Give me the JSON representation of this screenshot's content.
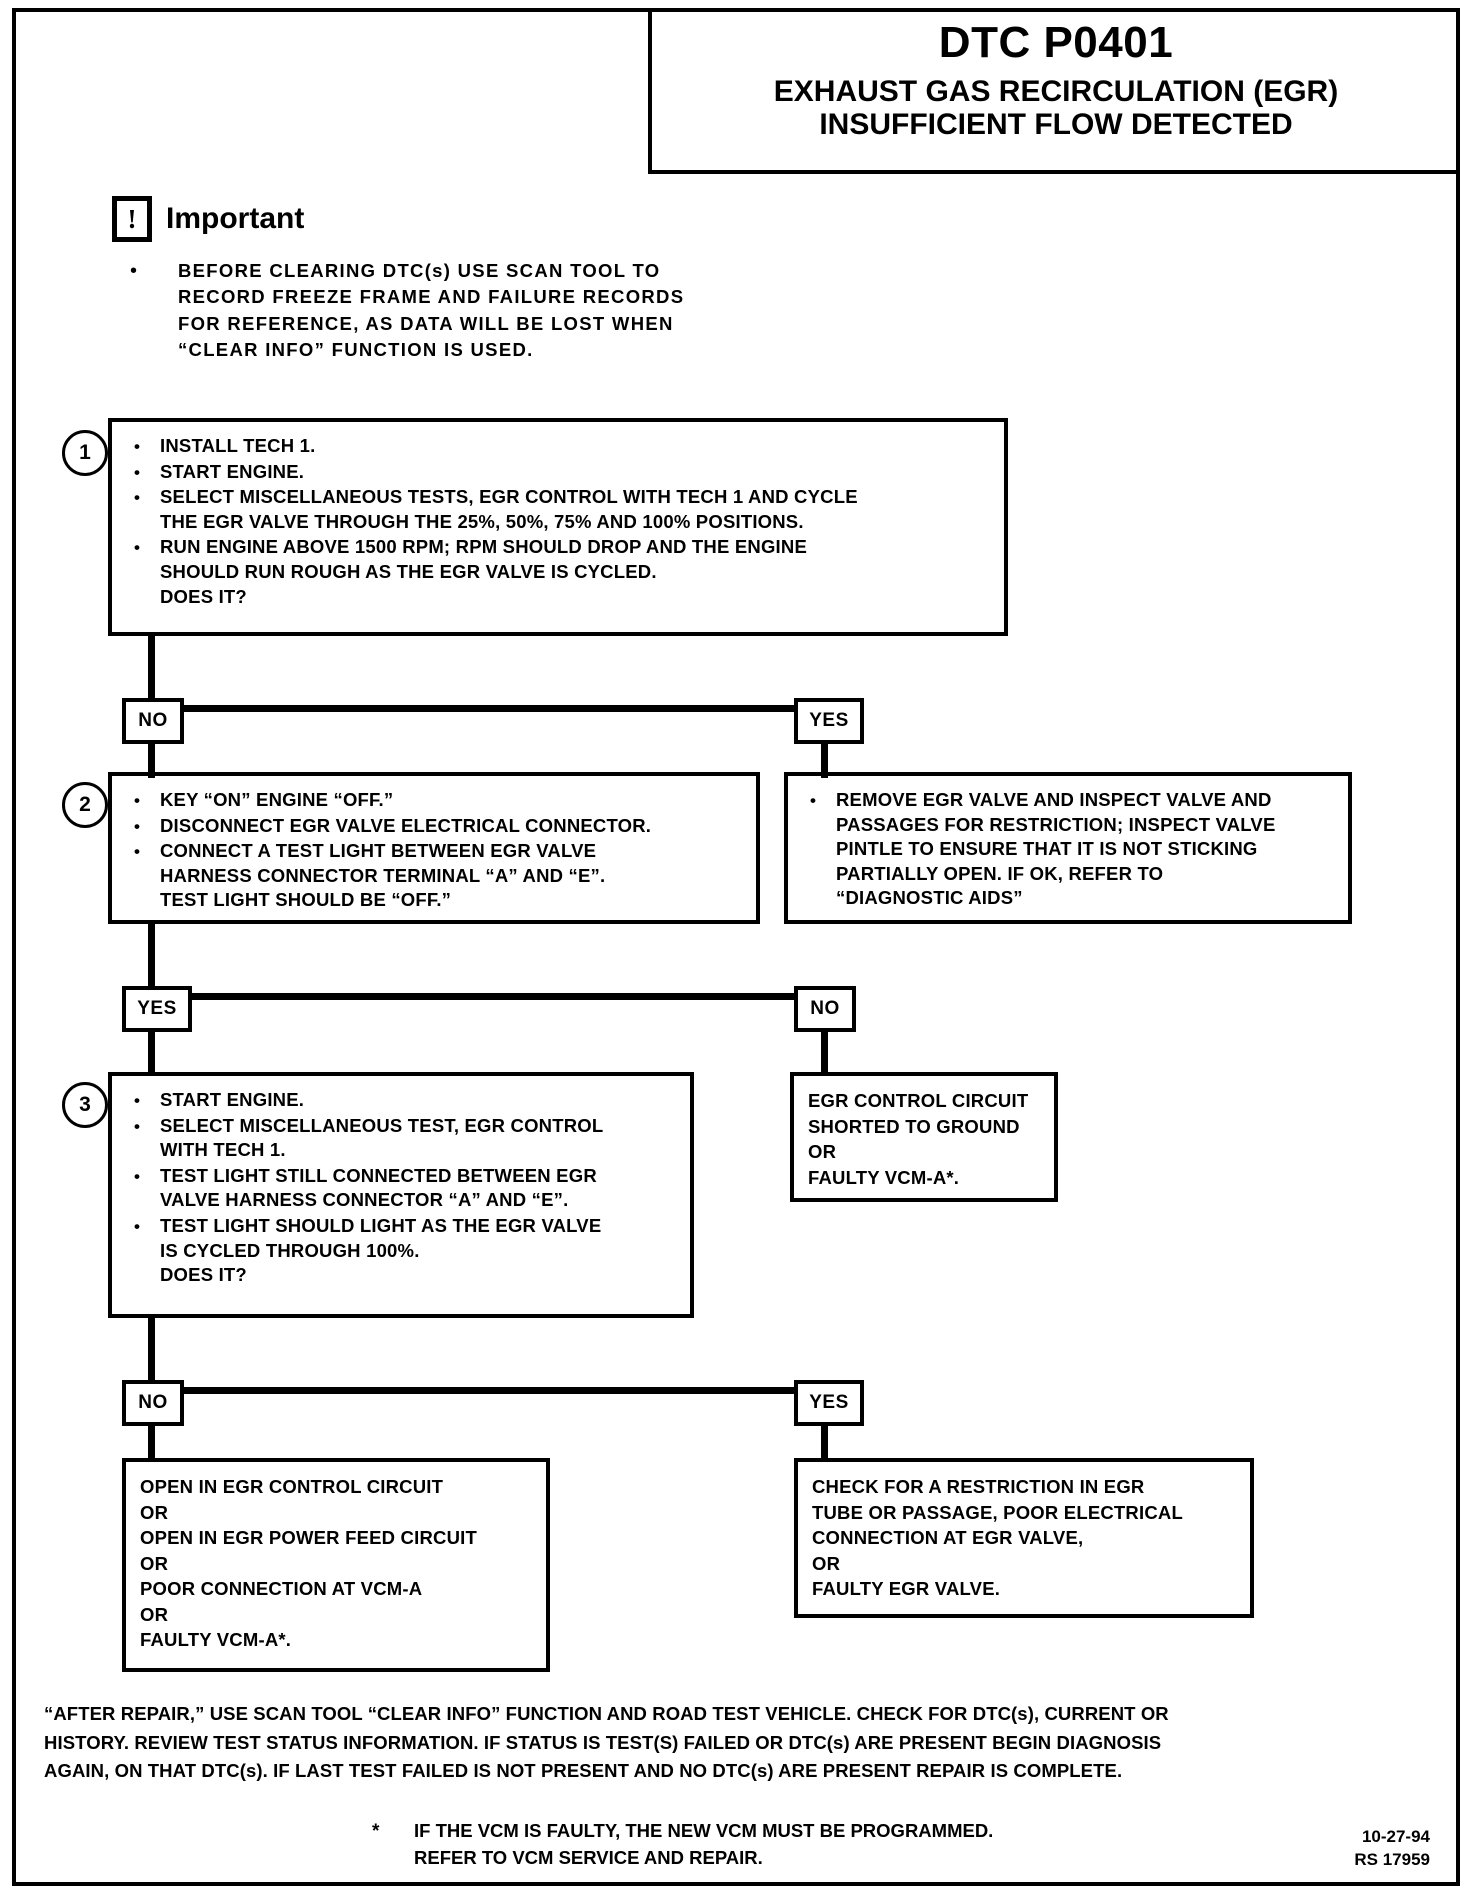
{
  "header": {
    "dtc_code": "DTC P0401",
    "title_line1": "EXHAUST GAS RECIRCULATION (EGR)",
    "title_line2": "INSUFFICIENT FLOW DETECTED"
  },
  "important": {
    "icon": "exclamation-in-box-icon",
    "label": "Important",
    "bullet": "•",
    "lines": [
      "BEFORE CLEARING DTC(s) USE SCAN TOOL TO",
      "RECORD FREEZE FRAME AND FAILURE RECORDS",
      "FOR REFERENCE, AS DATA WILL BE LOST WHEN",
      "“CLEAR INFO” FUNCTION IS USED."
    ]
  },
  "steps": [
    {
      "number": "1",
      "items": [
        {
          "bullet": "•",
          "lines": [
            "INSTALL TECH 1."
          ]
        },
        {
          "bullet": "•",
          "lines": [
            "START ENGINE."
          ]
        },
        {
          "bullet": "•",
          "lines": [
            "SELECT MISCELLANEOUS TESTS, EGR CONTROL WITH TECH 1 AND CYCLE",
            "THE EGR VALVE THROUGH THE 25%, 50%, 75% AND 100% POSITIONS."
          ]
        },
        {
          "bullet": "•",
          "lines": [
            "RUN ENGINE ABOVE 1500 RPM; RPM SHOULD DROP AND THE ENGINE",
            "SHOULD RUN ROUGH AS THE EGR VALVE IS CYCLED.",
            "DOES IT?"
          ]
        }
      ]
    },
    {
      "number": "2",
      "items": [
        {
          "bullet": "•",
          "lines": [
            "KEY “ON” ENGINE “OFF.”"
          ]
        },
        {
          "bullet": "•",
          "lines": [
            "DISCONNECT EGR VALVE ELECTRICAL CONNECTOR."
          ]
        },
        {
          "bullet": "•",
          "lines": [
            "CONNECT A TEST LIGHT BETWEEN EGR VALVE",
            "HARNESS CONNECTOR TERMINAL “A” AND “E”.",
            "TEST LIGHT SHOULD BE “OFF.”"
          ]
        }
      ]
    },
    {
      "number": "3",
      "items": [
        {
          "bullet": "•",
          "lines": [
            "START ENGINE."
          ]
        },
        {
          "bullet": "•",
          "lines": [
            "SELECT MISCELLANEOUS TEST, EGR CONTROL",
            "WITH TECH 1."
          ]
        },
        {
          "bullet": "•",
          "lines": [
            "TEST LIGHT STILL CONNECTED BETWEEN EGR",
            "VALVE HARNESS CONNECTOR “A” AND “E”."
          ]
        },
        {
          "bullet": "•",
          "lines": [
            "TEST LIGHT SHOULD LIGHT AS THE EGR VALVE",
            "IS CYCLED THROUGH 100%.",
            "DOES IT?"
          ]
        }
      ]
    }
  ],
  "branch_labels": {
    "step1_no": "NO",
    "step1_yes": "YES",
    "step2_yes": "YES",
    "step2_no": "NO",
    "step3_no": "NO",
    "step3_yes": "YES"
  },
  "results": {
    "step1_yes_box": {
      "bullet": "•",
      "lines": [
        "REMOVE EGR VALVE AND INSPECT VALVE AND",
        "PASSAGES FOR RESTRICTION; INSPECT VALVE",
        "PINTLE TO ENSURE THAT IT IS NOT STICKING",
        "PARTIALLY OPEN.  IF OK, REFER TO",
        "“DIAGNOSTIC AIDS”"
      ]
    },
    "step2_no_box": {
      "lines": [
        "EGR CONTROL CIRCUIT",
        "SHORTED TO GROUND",
        "OR",
        "FAULTY VCM-A*."
      ]
    },
    "step3_no_box": {
      "lines": [
        "OPEN IN EGR CONTROL CIRCUIT",
        "OR",
        "OPEN IN EGR POWER FEED CIRCUIT",
        "OR",
        "POOR CONNECTION AT VCM-A",
        "OR",
        "FAULTY VCM-A*."
      ]
    },
    "step3_yes_box": {
      "lines": [
        "CHECK FOR A RESTRICTION IN EGR",
        "TUBE OR PASSAGE, POOR ELECTRICAL",
        "CONNECTION AT EGR VALVE,",
        "OR",
        "FAULTY EGR VALVE."
      ]
    }
  },
  "footer": {
    "lines": [
      "“AFTER REPAIR,” USE SCAN TOOL “CLEAR INFO” FUNCTION AND ROAD TEST VEHICLE. CHECK FOR DTC(s), CURRENT OR",
      "HISTORY. REVIEW TEST STATUS INFORMATION. IF STATUS IS TEST(S) FAILED OR DTC(s) ARE PRESENT BEGIN DIAGNOSIS",
      "AGAIN, ON THAT DTC(s). IF LAST TEST FAILED IS NOT PRESENT AND NO DTC(s) ARE PRESENT REPAIR IS COMPLETE."
    ]
  },
  "note": {
    "marker": "*",
    "lines": [
      "IF THE VCM IS FAULTY, THE NEW VCM MUST BE PROGRAMMED.",
      "REFER TO VCM SERVICE AND REPAIR."
    ]
  },
  "stamp": {
    "date": "10-27-94",
    "code": "RS 17959"
  }
}
